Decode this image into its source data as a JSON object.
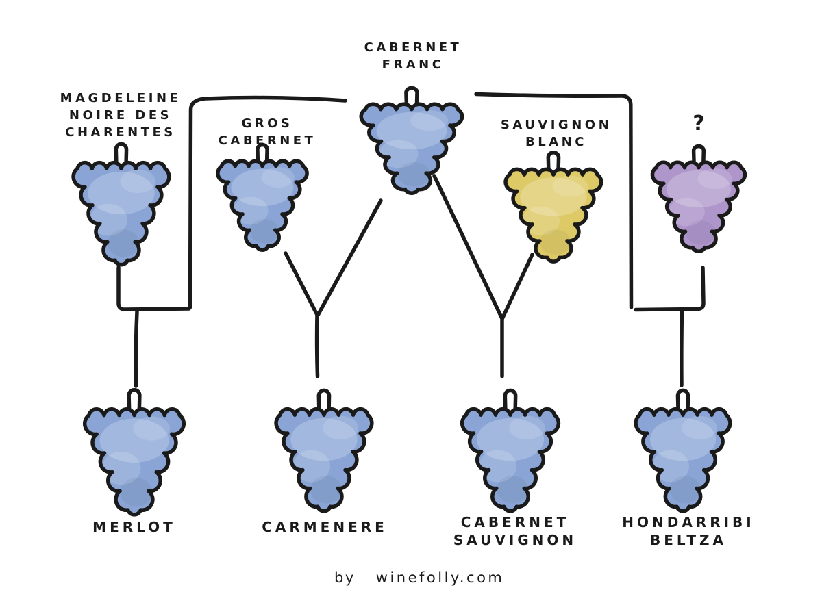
{
  "diagram": {
    "subject": "grape-variety-family-tree",
    "credit": {
      "prefix": "by",
      "site": "winefolly.com"
    }
  },
  "colors": {
    "ink": "#1a1a1a",
    "background": "#ffffff",
    "blue_grape": "#8aa5d5",
    "yellow_grape": "#ddca67",
    "purple_grape": "#ae96cb"
  },
  "vines": {
    "magdeleine": {
      "label": "MAGDELEINE\nNOIRE DES\nCHARENTES",
      "color": "#8aa5d5"
    },
    "gros_cabernet": {
      "label": "GROS\nCABERNET",
      "color": "#8aa5d5"
    },
    "cabernet_franc": {
      "label": "CABERNET\nFRANC",
      "color": "#8aa5d5"
    },
    "sauvignon_blanc": {
      "label": "SAUVIGNON\nBLANC",
      "color": "#ddca67"
    },
    "unknown": {
      "label": "?",
      "color": "#ae96cb"
    },
    "merlot": {
      "label": "MERLOT",
      "color": "#8aa5d5"
    },
    "carmenere": {
      "label": "CARMENERE",
      "color": "#8aa5d5"
    },
    "cabernet_sauvignon": {
      "label": "CABERNET\nSAUVIGNON",
      "color": "#8aa5d5"
    },
    "hondarribi_beltza": {
      "label": "HONDARRIBI\nBELTZA",
      "color": "#8aa5d5"
    }
  },
  "relationships": [
    {
      "parents": [
        "MAGDELEINE NOIRE DES CHARENTES",
        "CABERNET FRANC"
      ],
      "offspring": "MERLOT"
    },
    {
      "parents": [
        "GROS CABERNET",
        "CABERNET FRANC"
      ],
      "offspring": "CARMENERE"
    },
    {
      "parents": [
        "CABERNET FRANC",
        "SAUVIGNON BLANC"
      ],
      "offspring": "CABERNET SAUVIGNON"
    },
    {
      "parents": [
        "CABERNET FRANC",
        "?"
      ],
      "offspring": "HONDARRIBI BELTZA"
    }
  ]
}
